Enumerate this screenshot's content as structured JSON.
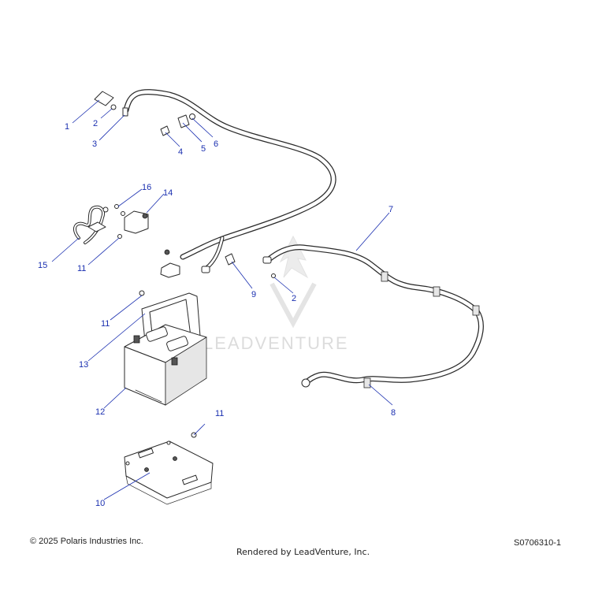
{
  "watermark": {
    "text": "LEADVENTURE"
  },
  "callouts": [
    {
      "id": "c1",
      "label": "1"
    },
    {
      "id": "c2a",
      "label": "2"
    },
    {
      "id": "c3",
      "label": "3"
    },
    {
      "id": "c4",
      "label": "4"
    },
    {
      "id": "c5",
      "label": "5"
    },
    {
      "id": "c6",
      "label": "6"
    },
    {
      "id": "c7",
      "label": "7"
    },
    {
      "id": "c8",
      "label": "8"
    },
    {
      "id": "c9",
      "label": "9"
    },
    {
      "id": "c2b",
      "label": "2"
    },
    {
      "id": "c10",
      "label": "10"
    },
    {
      "id": "c11a",
      "label": "11"
    },
    {
      "id": "c11b",
      "label": "11"
    },
    {
      "id": "c11c",
      "label": "11"
    },
    {
      "id": "c12",
      "label": "12"
    },
    {
      "id": "c13",
      "label": "13"
    },
    {
      "id": "c14",
      "label": "14"
    },
    {
      "id": "c15",
      "label": "15"
    },
    {
      "id": "c16",
      "label": "16"
    }
  ],
  "footer": {
    "copyright": "© 2025 Polaris Industries Inc.",
    "rendered_by": "Rendered by LeadVenture, Inc.",
    "drawing_id": "S0706310-1"
  },
  "colors": {
    "callout": "#1a2fb0",
    "line": "#2a2a2a",
    "watermark": "#dcdcdc"
  }
}
